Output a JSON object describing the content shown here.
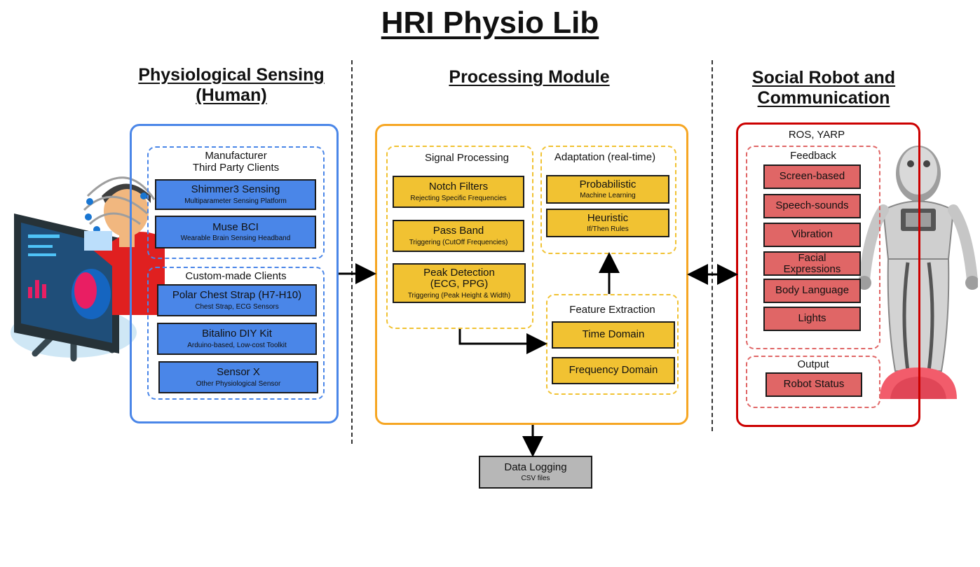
{
  "title": "HRI Physio Lib",
  "columns": {
    "sensing": "Physiological Sensing\n(Human)",
    "processing": "Processing Module",
    "robot": "Social Robot and\nCommunication"
  },
  "sensing": {
    "manufacturer_group": "Manufacturer\nThird Party Clients",
    "custom_group": "Custom-made Clients",
    "items": [
      {
        "label": "Shimmer3 Sensing",
        "sub": "Multiparameter Sensing Platform"
      },
      {
        "label": "Muse BCI",
        "sub": "Wearable Brain Sensing Headband"
      },
      {
        "label": "Polar Chest Strap (H7-H10)",
        "sub": "Chest Strap, ECG Sensors"
      },
      {
        "label": "Bitalino DIY Kit",
        "sub": "Arduino-based, Low-cost Toolkit"
      },
      {
        "label": "Sensor X",
        "sub": "Other Physiological Sensor"
      }
    ]
  },
  "processing": {
    "signal_group": "Signal Processing",
    "adaptation_group": "Adaptation (real-time)",
    "feature_group": "Feature Extraction",
    "signal_items": [
      {
        "label": "Notch Filters",
        "sub": "Rejecting Specific Frequencies"
      },
      {
        "label": "Pass Band",
        "sub": "Triggering (CutOff Frequencies)"
      },
      {
        "label": "Peak Detection\n(ECG, PPG)",
        "sub": "Triggering (Peak Height & Width)"
      }
    ],
    "adaptation_items": [
      {
        "label": "Probabilistic",
        "sub": "Machine Learning"
      },
      {
        "label": "Heuristic",
        "sub": "If/Then Rules"
      }
    ],
    "feature_items": [
      "Time Domain",
      "Frequency Domain"
    ]
  },
  "robot": {
    "header": "ROS, YARP",
    "feedback_group": "Feedback",
    "feedback_items": [
      "Screen-based",
      "Speech-sounds",
      "Vibration",
      "Facial\nExpressions",
      "Body Language",
      "Lights"
    ],
    "output_group": "Output",
    "output_items": [
      "Robot Status"
    ]
  },
  "logging": {
    "label": "Data Logging",
    "sub": "CSV files"
  },
  "colors": {
    "sensing_border": "#4a86e8",
    "processing_border": "#f6a623",
    "robot_border": "#cc0000",
    "blue_box": "#4a86e8",
    "yellow_box": "#f1c232",
    "red_box": "#e06666",
    "gray_box": "#b7b7b7"
  },
  "icons": [
    "human-with-eeg-headset-and-monitor-illustration",
    "humanoid-robot-illustration"
  ]
}
